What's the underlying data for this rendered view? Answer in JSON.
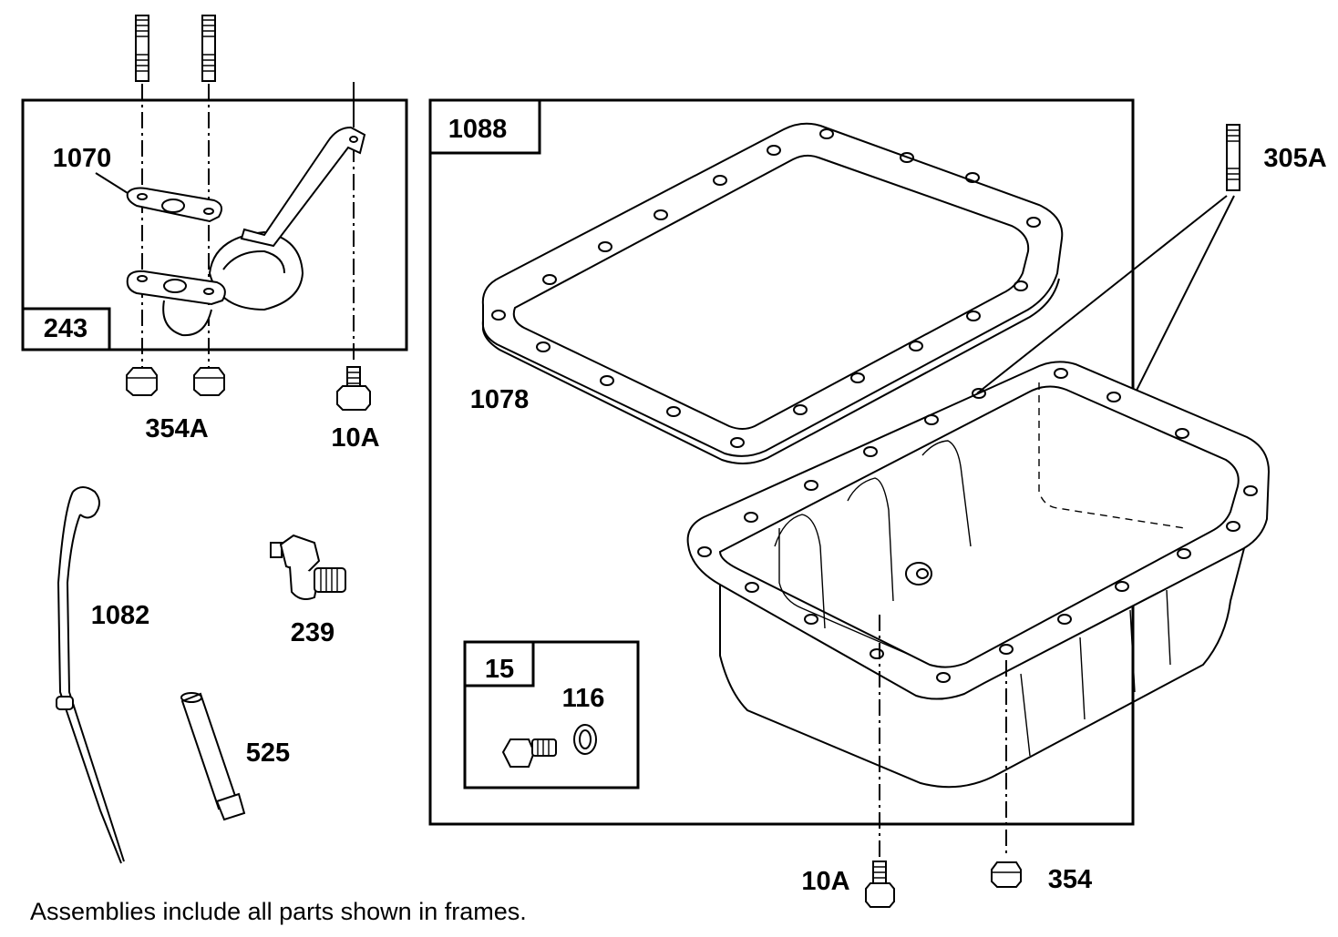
{
  "frames": {
    "frame_243": "243",
    "frame_1088": "1088",
    "frame_15": "15"
  },
  "labels": {
    "p1070": "1070",
    "p354A": "354A",
    "p10A_top": "10A",
    "p1078": "1078",
    "p305A": "305A",
    "p1082": "1082",
    "p239": "239",
    "p525": "525",
    "p116": "116",
    "p10A_bottom": "10A",
    "p354": "354"
  },
  "footer": "Assemblies include all parts shown in frames."
}
